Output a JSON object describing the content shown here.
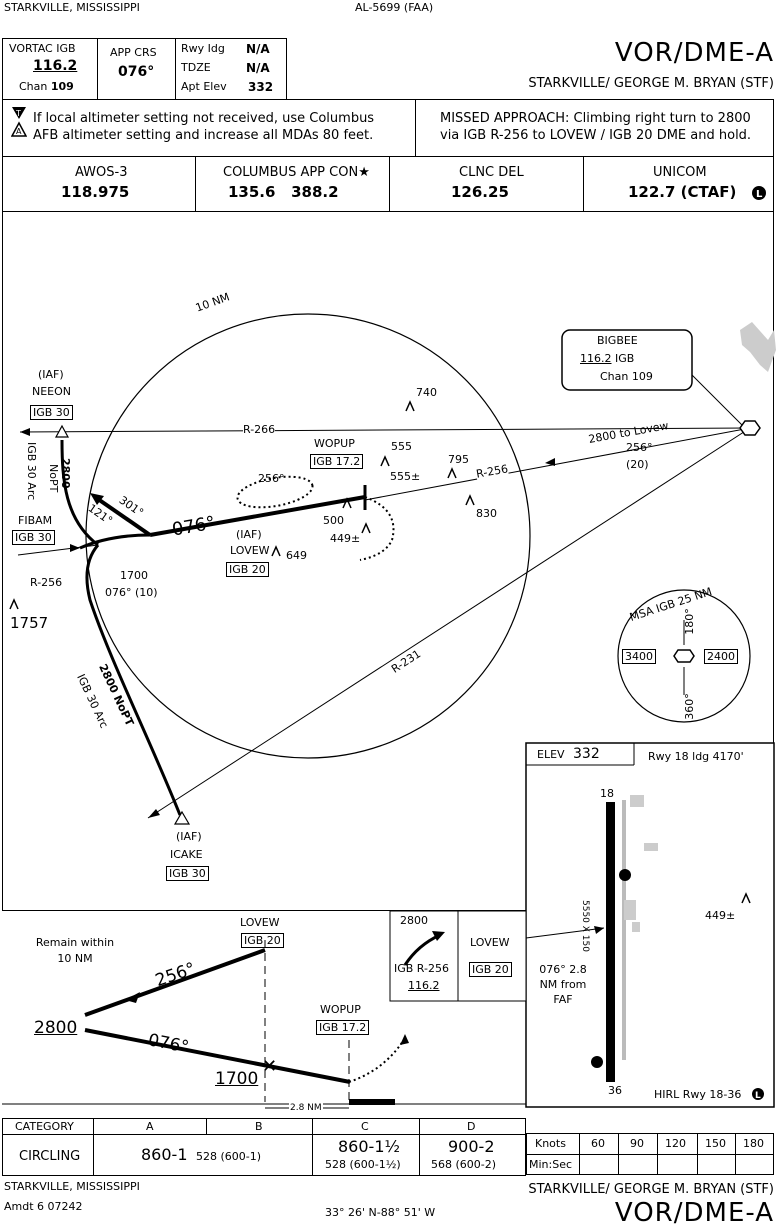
{
  "header": {
    "location": "STARKVILLE, MISSISSIPPI",
    "procedure_id": "AL-5699 (FAA)",
    "title": "VOR/DME-A",
    "airport": "STARKVILLE/ GEORGE M. BRYAN (STF)"
  },
  "briefing": {
    "vortac_label": "VORTAC IGB",
    "vortac_freq": "116.2",
    "chan_label": "Chan",
    "chan_value": "109",
    "app_crs_label": "APP CRS",
    "app_crs_value": "076°",
    "rwy_ldg_label": "Rwy Idg",
    "rwy_ldg_value": "N/A",
    "tdze_label": "TDZE",
    "tdze_value": "N/A",
    "apt_elev_label": "Apt Elev",
    "apt_elev_value": "332",
    "note": "If local altimeter setting not received, use Columbus AFB altimeter setting and increase all MDAs 80 feet.",
    "missed_approach": "MISSED APPROACH: Climbing right turn to 2800 via IGB R-256 to LOVEW / IGB 20 DME and hold."
  },
  "comms": [
    {
      "label": "AWOS-3",
      "value": "118.975"
    },
    {
      "label": "COLUMBUS APP CON★",
      "value": "135.6   388.2"
    },
    {
      "label": "CLNC DEL",
      "value": "126.25"
    },
    {
      "label": "UNICOM",
      "value": "122.7 (CTAF)"
    }
  ],
  "plan": {
    "ring_label": "10 NM",
    "bigbee": {
      "name": "BIGBEE",
      "freq": "116.2",
      "id": "IGB",
      "chan": "Chan 109"
    },
    "neeon": {
      "role": "(IAF)",
      "name": "NEEON",
      "dme": "IGB 30"
    },
    "fibam": {
      "name": "FIBAM",
      "dme": "IGB 30"
    },
    "lovew": {
      "role": "(IAF)",
      "name": "LOVEW",
      "dme": "IGB 20"
    },
    "wopup": {
      "name": "WOPUP",
      "dme": "IGB 17.2"
    },
    "icake": {
      "role": "(IAF)",
      "name": "ICAKE",
      "dme": "IGB 30"
    },
    "r266": "R-266",
    "r256": "R-256",
    "r231": "R-231",
    "lovew_leg": "2800 to Lovew",
    "lovew_course": "256°",
    "lovew_dist": "(20)",
    "arc_north_alt": "2800",
    "arc_north_nopt": "NoPT",
    "arc_north_dme": "IGB 30 Arc",
    "arc_south": "2800 NoPT",
    "arc_south_dme": "IGB 30 Arc",
    "lead_alt": "1700",
    "lead_crs": "076° (10)",
    "r256_left": "R-256",
    "final_crs": "076°",
    "hold_crs": "256°",
    "crs_301": "301°",
    "crs_121": "121°",
    "obstacles": [
      "740",
      "555",
      "555±",
      "795",
      "830",
      "500",
      "449±",
      "649",
      "1757"
    ],
    "msa_label": "MSA IGB 25 NM",
    "msa_left": "3400",
    "msa_right": "2400",
    "msa_180": "180°",
    "msa_360": "360°"
  },
  "airport_diagram": {
    "elev_label": "ELEV",
    "elev_value": "332",
    "rwy_info": "Rwy 18 ldg 4170'",
    "rwy_18": "18",
    "rwy_36": "36",
    "dims": "5550 X 150",
    "fac_note": "076° 2.8 NM from FAF",
    "obstacle": "449±",
    "lighting": "HIRL Rwy 18-36"
  },
  "profile": {
    "remain": "Remain within 10 NM",
    "alt_2800": "2800",
    "crs_256": "256°",
    "crs_076": "076°",
    "alt_1700": "1700",
    "lovew": "LOVEW",
    "lovew_dme": "IGB 20",
    "wopup": "WOPUP",
    "wopup_dme": "IGB 17.2",
    "dist": "2.8 NM",
    "ma_alt": "2800",
    "ma_radial": "IGB R-256",
    "ma_freq": "116.2",
    "ma_fix": "LOVEW",
    "ma_fix_dme": "IGB 20"
  },
  "minimums": {
    "category_label": "CATEGORY",
    "cats": [
      "A",
      "B",
      "C",
      "D"
    ],
    "circling_label": "CIRCLING",
    "ab_main": "860-1",
    "ab_sub": "528 (600-1)",
    "c_main": "860-1½",
    "c_sub": "528 (600-1½)",
    "d_main": "900-2",
    "d_sub": "568 (600-2)"
  },
  "timing": {
    "knots_label": "Knots",
    "speeds": [
      "60",
      "90",
      "120",
      "150",
      "180"
    ],
    "minsec_label": "Min:Sec"
  },
  "footer": {
    "location": "STARKVILLE, MISSISSIPPI",
    "amdt": "Amdt 6  07242",
    "coords": "33° 26' N-88° 51' W",
    "airport": "STARKVILLE/ GEORGE M. BRYAN (STF)",
    "title": "VOR/DME-A"
  }
}
